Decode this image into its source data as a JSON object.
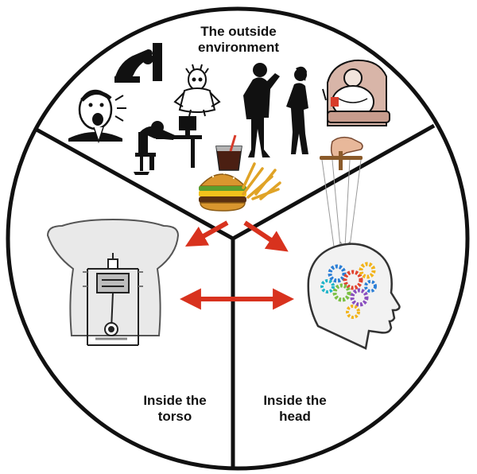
{
  "sections": [
    {
      "id": "environment",
      "label_lines": [
        "The outside",
        "environment"
      ]
    },
    {
      "id": "torso",
      "label_lines": [
        "Inside the",
        "torso"
      ]
    },
    {
      "id": "head",
      "label_lines": [
        "Inside the",
        "head"
      ]
    }
  ],
  "colors": {
    "outline": "#111111",
    "arrow": "#d8321e",
    "torso_fill": "#e9e9e9",
    "head_fill": "#f2f2f2",
    "gear_colors": [
      "#2c7fd6",
      "#e1432f",
      "#f2b41b",
      "#7bc043",
      "#8a4fbf",
      "#1fb5c9"
    ]
  },
  "icons": {
    "environment": [
      "yelling-man-icon",
      "head-against-wall-icon",
      "stressed-man-icon",
      "tired-office-worker-icon",
      "arguing-couple-icon",
      "couch-potato-icon",
      "soda-icon",
      "burger-icon",
      "fries-icon",
      "puppet-hand-icon"
    ],
    "torso": [
      "engine-piston-icon"
    ],
    "head": [
      "gears-icon"
    ]
  }
}
